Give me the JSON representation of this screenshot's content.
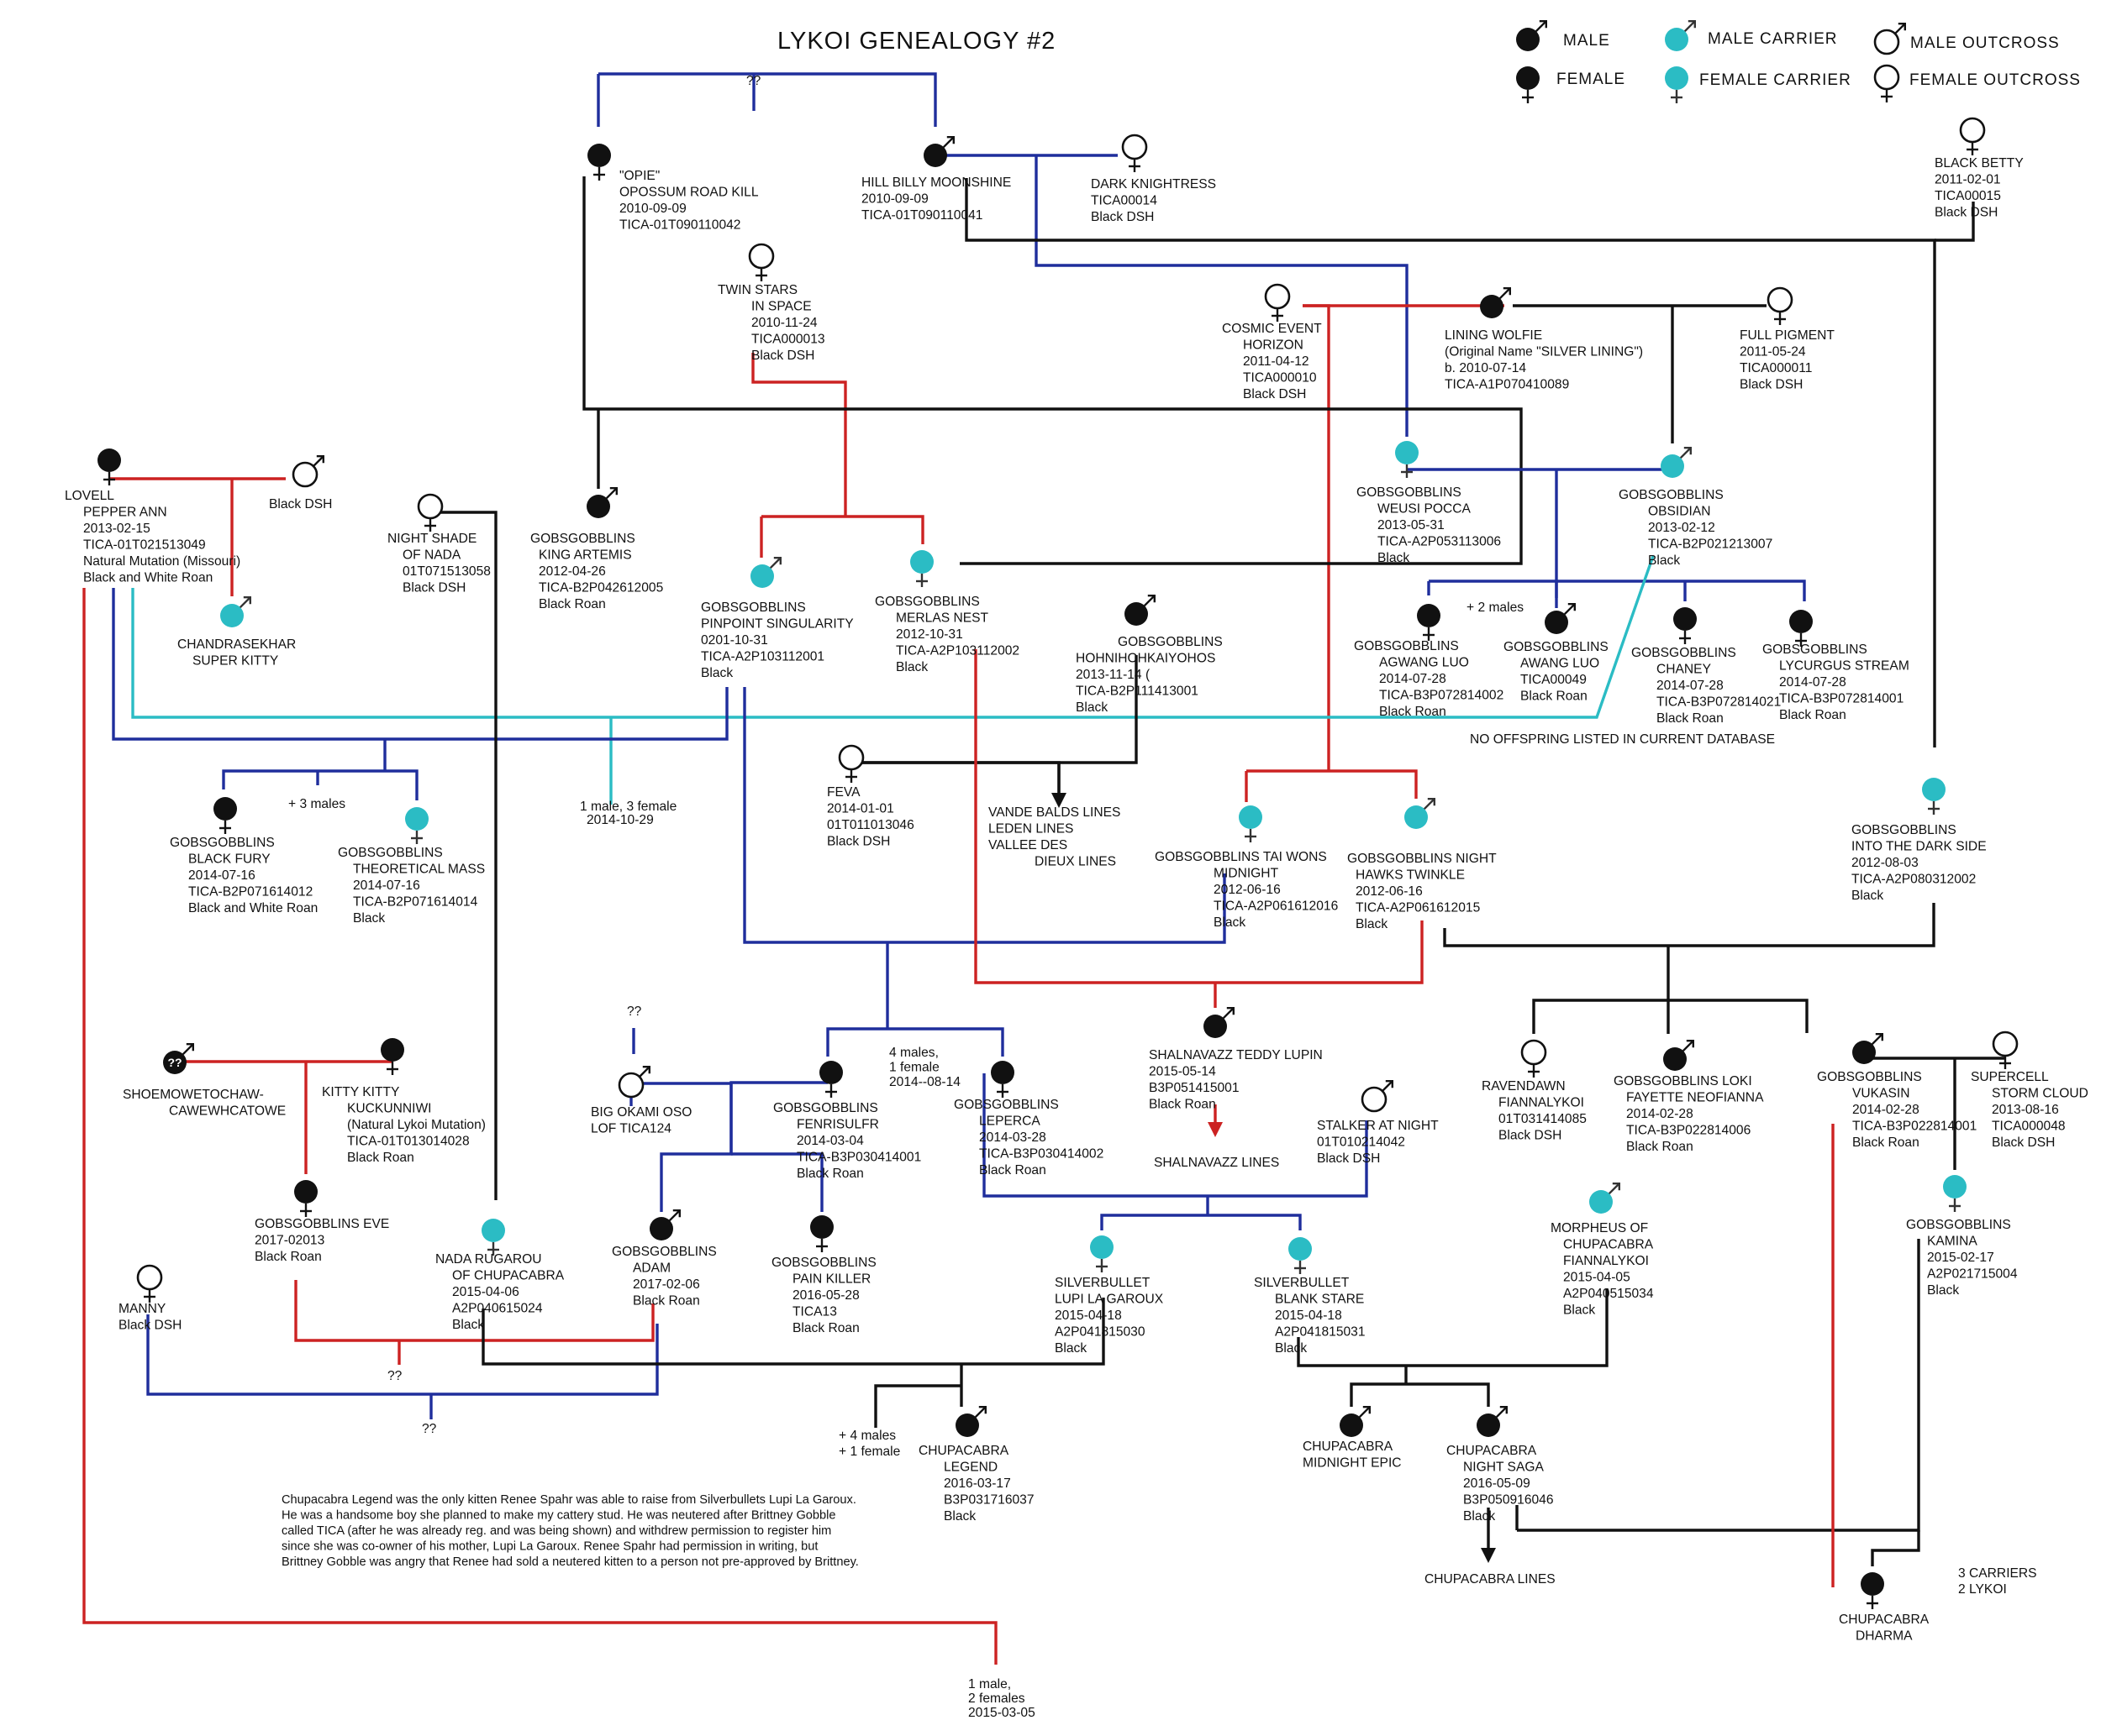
{
  "title": "LYKOI GENEALOGY #2",
  "colors": {
    "black": "#111111",
    "carrier": "#2bbcc4",
    "blue": "#1f2e9c",
    "red": "#cc2222"
  },
  "legend": [
    {
      "symbol": "male",
      "label": "MALE"
    },
    {
      "symbol": "female",
      "label": "FEMALE"
    },
    {
      "symbol": "male-carrier",
      "label": "MALE  CARRIER"
    },
    {
      "symbol": "female-carrier",
      "label": "FEMALE  CARRIER"
    },
    {
      "symbol": "male-outcross",
      "label": "MALE  OUTCROSS"
    },
    {
      "symbol": "female-outcross",
      "label": "FEMALE  OUTCROSS"
    }
  ],
  "cats": [
    {
      "id": "opie",
      "symbol": "female",
      "lines": [
        "\"OPIE\"",
        "OPOSSUM ROAD KILL",
        "2010-09-09",
        "TICA-01T090110042"
      ]
    },
    {
      "id": "hillbilly",
      "symbol": "male",
      "lines": [
        "HILL BILLY MOONSHINE",
        "2010-09-09",
        "TICA-01T090110041"
      ]
    },
    {
      "id": "darkknightress",
      "symbol": "female-outcross",
      "lines": [
        "DARK KNIGHTRESS",
        "TICA00014",
        "Black DSH"
      ]
    },
    {
      "id": "blackbetty",
      "symbol": "female-outcross",
      "lines": [
        "BLACK BETTY",
        "2011-02-01",
        "TICA00015",
        "Black DSH"
      ]
    },
    {
      "id": "twinstars",
      "symbol": "female-outcross",
      "lines": [
        "TWIN STARS",
        "IN SPACE",
        "2010-11-24",
        "TICA000013",
        "Black DSH"
      ]
    },
    {
      "id": "cosmic",
      "symbol": "female-outcross",
      "lines": [
        "COSMIC EVENT",
        "HORIZON",
        "2011-04-12",
        "TICA000010",
        "Black DSH"
      ]
    },
    {
      "id": "wolfie",
      "symbol": "male",
      "lines": [
        "LINING WOLFIE",
        "(Original Name \"SILVER LINING\")",
        "b. 2010-07-14",
        "TICA-A1P070410089"
      ]
    },
    {
      "id": "fullpigment",
      "symbol": "female-outcross",
      "lines": [
        "FULL PIGMENT",
        "2011-05-24",
        "TICA000011",
        "Black DSH"
      ]
    },
    {
      "id": "lovell",
      "symbol": "female",
      "lines": [
        "LOVELL",
        "PEPPER ANN",
        "2013-02-15",
        "TICA-01T021513049",
        "Natural Mutation (Missouri)",
        "Black and White Roan"
      ]
    },
    {
      "id": "blackdsh",
      "symbol": "male-outcross",
      "lines": [
        "Black DSH"
      ]
    },
    {
      "id": "chandrasekhar",
      "symbol": "male-carrier",
      "lines": [
        "CHANDRASEKHAR",
        "SUPER KITTY"
      ]
    },
    {
      "id": "nightshade",
      "symbol": "female-outcross",
      "lines": [
        "NIGHT SHADE",
        "OF NADA",
        "01T071513058",
        "Black DSH"
      ]
    },
    {
      "id": "artemis",
      "symbol": "male",
      "lines": [
        "GOBSGOBBLINS",
        "KING ARTEMIS",
        "2012-04-26",
        "TICA-B2P042612005",
        "Black Roan"
      ]
    },
    {
      "id": "pinpoint",
      "symbol": "male-carrier",
      "lines": [
        "GOBSGOBBLINS",
        "PINPOINT SINGULARITY",
        "0201-10-31",
        "TICA-A2P103112001",
        "Black"
      ]
    },
    {
      "id": "merlas",
      "symbol": "female-carrier",
      "lines": [
        "GOBSGOBBLINS",
        "MERLAS NEST",
        "2012-10-31",
        "TICA-A2P103112002",
        "Black"
      ]
    },
    {
      "id": "hohni",
      "symbol": "male",
      "lines": [
        "GOBSGOBBLINS",
        "HOHNIHOHKAIYOHOS",
        "2013-11-14 (",
        "TICA-B2P111413001",
        "Black"
      ]
    },
    {
      "id": "weusi",
      "symbol": "female-carrier",
      "lines": [
        "GOBSGOBBLINS",
        "WEUSI POCCA",
        "2013-05-31",
        "TICA-A2P053113006",
        "Black"
      ]
    },
    {
      "id": "obsidian",
      "symbol": "male-carrier",
      "lines": [
        "GOBSGOBBLINS",
        "OBSIDIAN",
        "2013-02-12",
        "TICA-B2P021213007",
        "Black"
      ]
    },
    {
      "id": "agwang",
      "symbol": "female",
      "lines": [
        "GOBSGOBBLINS",
        "AGWANG LUO",
        "2014-07-28",
        "TICA-B3P072814002",
        "Black Roan"
      ]
    },
    {
      "id": "awang",
      "symbol": "male",
      "lines": [
        "GOBSGOBBLINS",
        "AWANG LUO",
        "TICA00049",
        "Black Roan"
      ]
    },
    {
      "id": "chaney",
      "symbol": "female",
      "lines": [
        "GOBSGOBBLINS",
        "CHANEY",
        "2014-07-28",
        "TICA-B3P072814021",
        "Black Roan"
      ]
    },
    {
      "id": "lycurgus",
      "symbol": "female",
      "lines": [
        "GOBSGOBBLINS",
        "LYCURGUS STREAM",
        "2014-07-28",
        "TICA-B3P072814001",
        "Black Roan"
      ]
    },
    {
      "id": "blackfury",
      "symbol": "female",
      "lines": [
        "GOBSGOBBLINS",
        "BLACK FURY",
        "2014-07-16",
        "TICA-B2P071614012",
        "Black and White Roan"
      ]
    },
    {
      "id": "theoretical",
      "symbol": "female-carrier",
      "lines": [
        "GOBSGOBBLINS",
        "THEORETICAL MASS",
        "2014-07-16",
        "TICA-B2P071614014",
        "Black"
      ]
    },
    {
      "id": "feva",
      "symbol": "female-outcross",
      "lines": [
        "FEVA",
        "2014-01-01",
        "01T011013046",
        "Black DSH"
      ]
    },
    {
      "id": "taiwons",
      "symbol": "female-carrier",
      "lines": [
        "GOBSGOBBLINS TAI WONS",
        "MIDNIGHT",
        "2012-06-16",
        "TICA-A2P061612016",
        "Black"
      ]
    },
    {
      "id": "nighthawks",
      "symbol": "male-carrier",
      "lines": [
        "GOBSGOBBLINS NIGHT",
        "HAWKS TWINKLE",
        "2012-06-16",
        "TICA-A2P061612015",
        "Black"
      ]
    },
    {
      "id": "darkside",
      "symbol": "female-carrier",
      "lines": [
        "GOBSGOBBLINS",
        "INTO THE DARK SIDE",
        "2012-08-03",
        "TICA-A2P080312002",
        "Black"
      ]
    },
    {
      "id": "shoemo",
      "symbol": "male-unknown",
      "lines": [
        "SHOEMOWETOCHAW-",
        "CAWEWHCATOWE"
      ]
    },
    {
      "id": "kittykitty",
      "symbol": "female",
      "lines": [
        "KITTY KITTY",
        "KUCKUNNIWI",
        "(Natural Lykoi Mutation)",
        "TICA-01T013014028",
        "Black Roan"
      ]
    },
    {
      "id": "eve",
      "symbol": "female",
      "lines": [
        "GOBSGOBBLINS EVE",
        "2017-02013",
        "Black Roan"
      ]
    },
    {
      "id": "bigokami",
      "symbol": "male-outcross",
      "lines": [
        "BIG OKAMI OSO",
        "LOF TICA124"
      ]
    },
    {
      "id": "fenrisulfr",
      "symbol": "female",
      "lines": [
        "GOBSGOBBLINS",
        "FENRISULFR",
        "2014-03-04",
        "TICA-B3P030414001",
        "Black Roan"
      ]
    },
    {
      "id": "leperca",
      "symbol": "female",
      "lines": [
        "GOBSGOBBLINS",
        "LEPERCA",
        "2014-03-28",
        "TICA-B3P030414002",
        "Black Roan"
      ]
    },
    {
      "id": "teddylupin",
      "symbol": "male",
      "lines": [
        "SHALNAVAZZ TEDDY LUPIN",
        "2015-05-14",
        "B3P051415001",
        "Black Roan"
      ]
    },
    {
      "id": "stalker",
      "symbol": "male-outcross",
      "lines": [
        "STALKER AT NIGHT",
        "01T010214042",
        "Black DSH"
      ]
    },
    {
      "id": "ravendawn",
      "symbol": "female-outcross",
      "lines": [
        "RAVENDAWN",
        "FIANNALYKOI",
        "01T031414085",
        "Black DSH"
      ]
    },
    {
      "id": "loki",
      "symbol": "male",
      "lines": [
        "GOBSGOBBLINS LOKI",
        "FAYETTE NEOFIANNA",
        "2014-02-28",
        "TICA-B3P022814006",
        "Black Roan"
      ]
    },
    {
      "id": "vukasin",
      "symbol": "male",
      "lines": [
        "GOBSGOBBLINS",
        "VUKASIN",
        "2014-02-28",
        "TICA-B3P022814001",
        "Black Roan"
      ]
    },
    {
      "id": "supercell",
      "symbol": "female-outcross",
      "lines": [
        "SUPERCELL",
        "STORM CLOUD",
        "2013-08-16",
        "TICA000048",
        "Black DSH"
      ]
    },
    {
      "id": "nada",
      "symbol": "female-carrier",
      "lines": [
        "NADA RUGAROU",
        "OF CHUPACABRA",
        "2015-04-06",
        "A2P040615024",
        "Black"
      ]
    },
    {
      "id": "adam",
      "symbol": "male",
      "lines": [
        "GOBSGOBBLINS",
        "ADAM",
        "2017-02-06",
        "Black Roan"
      ]
    },
    {
      "id": "painkiller",
      "symbol": "female",
      "lines": [
        "GOBSGOBBLINS",
        "PAIN KILLER",
        "2016-05-28",
        "TICA13",
        "Black Roan"
      ]
    },
    {
      "id": "lupi",
      "symbol": "female-carrier",
      "lines": [
        "SILVERBULLET",
        "LUPI LA GAROUX",
        "2015-04-18",
        "A2P041815030",
        "Black"
      ]
    },
    {
      "id": "blankstare",
      "symbol": "female-carrier",
      "lines": [
        "SILVERBULLET",
        "BLANK STARE",
        "2015-04-18",
        "A2P041815031",
        "Black"
      ]
    },
    {
      "id": "morpheus",
      "symbol": "male-carrier",
      "lines": [
        "MORPHEUS OF",
        "CHUPACABRA",
        "FIANNALYKOI",
        "2015-04-05",
        "A2P040515034",
        "Black"
      ]
    },
    {
      "id": "kamina",
      "symbol": "female-carrier",
      "lines": [
        "GOBSGOBBLINS",
        "KAMINA",
        "2015-02-17",
        "A2P021715004",
        "Black"
      ]
    },
    {
      "id": "manny",
      "symbol": "female-outcross",
      "lines": [
        "MANNY",
        "Black DSH"
      ]
    },
    {
      "id": "legend",
      "symbol": "male",
      "lines": [
        "CHUPACABRA",
        "LEGEND",
        "2016-03-17",
        "B3P031716037",
        "Black"
      ]
    },
    {
      "id": "midnightepic",
      "symbol": "male",
      "lines": [
        "CHUPACABRA",
        "MIDNIGHT EPIC"
      ]
    },
    {
      "id": "nightsaga",
      "symbol": "male",
      "lines": [
        "CHUPACABRA",
        "NIGHT SAGA",
        "2016-05-09",
        "B3P050916046",
        "Black"
      ]
    },
    {
      "id": "dharma",
      "symbol": "female",
      "lines": [
        "CHUPACABRA",
        "DHARMA"
      ]
    }
  ],
  "notes": [
    {
      "id": "qq-top",
      "lines": [
        "??"
      ]
    },
    {
      "id": "plus2males",
      "lines": [
        "+ 2 males"
      ]
    },
    {
      "id": "nooffspring",
      "lines": [
        "NO OFFSPRING LISTED IN CURRENT DATABASE"
      ]
    },
    {
      "id": "plus3males",
      "lines": [
        "+ 3 males"
      ]
    },
    {
      "id": "litter-2014-10-29",
      "lines": [
        "1 male, 3 female",
        "2014-10-29"
      ]
    },
    {
      "id": "vandebalds",
      "lines": [
        "VANDE BALDS LINES",
        "LEDEN LINES",
        "VALLEE DES",
        "DIEUX LINES"
      ]
    },
    {
      "id": "qq-okami",
      "lines": [
        "??"
      ]
    },
    {
      "id": "litter-2014-08-14",
      "lines": [
        "4 males,",
        "1 female",
        "2014--08-14"
      ]
    },
    {
      "id": "shalnavazzlines",
      "lines": [
        "SHALNAVAZZ LINES"
      ]
    },
    {
      "id": "qq-eve",
      "lines": [
        "??"
      ]
    },
    {
      "id": "qq-manny",
      "lines": [
        "??"
      ]
    },
    {
      "id": "plus4males",
      "lines": [
        "+ 4 males",
        "+ 1 female"
      ]
    },
    {
      "id": "chupacabralines",
      "lines": [
        "CHUPACABRA LINES"
      ]
    },
    {
      "id": "carriers",
      "lines": [
        "3 CARRIERS",
        "2 LYKOI"
      ]
    },
    {
      "id": "litter-2015-03-05",
      "lines": [
        "1 male,",
        "2 females",
        "2015-03-05"
      ]
    },
    {
      "id": "story",
      "lines": [
        "Chupacabra Legend was the only kitten Renee Spahr was able to raise from Silverbullets Lupi La Garoux.",
        "He was a handsome boy she planned to make my cattery stud. He was neutered after Brittney Gobble",
        "called TICA (after he was already reg. and was being shown) and withdrew permission to register him",
        "since she was co-owner of his mother, Lupi La Garoux. Renee Spahr had permission in writing, but",
        "Brittney Gobble was angry that Renee had sold a neutered kitten to a person not pre-approved by Brittney."
      ]
    }
  ]
}
